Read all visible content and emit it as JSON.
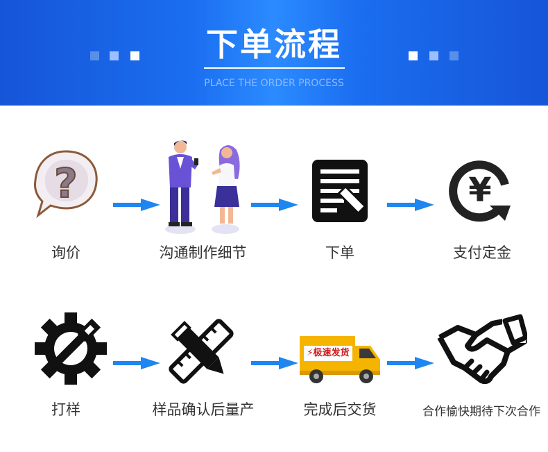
{
  "banner": {
    "title": "下单流程",
    "subtitle": "PLACE THE ORDER PROCESS"
  },
  "steps": [
    {
      "label": "询价",
      "icon": "question-bubble-icon"
    },
    {
      "label": "沟通制作细节",
      "icon": "people-talking-icon"
    },
    {
      "label": "下单",
      "icon": "document-pen-icon"
    },
    {
      "label": "支付定金",
      "icon": "yen-coin-icon"
    },
    {
      "label": "打样",
      "icon": "gear-wrench-icon"
    },
    {
      "label": "样品确认后量产",
      "icon": "pencil-ruler-icon"
    },
    {
      "label": "完成后交货",
      "icon": "delivery-truck-icon"
    },
    {
      "label": "合作愉快期待下次合作",
      "icon": "handshake-icon"
    }
  ],
  "truck_sign": "⚡极速发货",
  "colors": {
    "accent": "#1b6ef0",
    "arrow": "#1e86f0"
  }
}
